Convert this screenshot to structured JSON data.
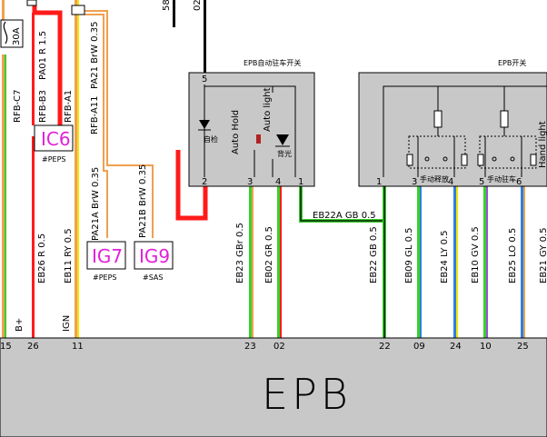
{
  "diagram": {
    "title": "EPB",
    "colors": {
      "red": "#ff1a1a",
      "orange": "#f0a050",
      "green": "#39d02c",
      "blue": "#2e7fe0",
      "yellow": "#f2e600",
      "connector": "#e020d8",
      "black": "#000000",
      "gray": "#c8c8c8"
    },
    "top": {
      "fuse_label": "30A",
      "wire_58": "58",
      "wire_02": "02"
    },
    "left_wires": {
      "rfb_c7": "RFB-C7",
      "rfb_b3": "RFB-B3",
      "pa01": "PA01 R 1.5",
      "rfb_a1": "RFB-A1",
      "rfb_a11": "RFB-A11",
      "pa21": "PA21 BrW 0.35",
      "pa21a": "PA21A BrW 0.35",
      "pa21b": "PA21B BrW 0.35",
      "eb26": "EB26 R 0.5",
      "eb11": "EB11 RY 0.5",
      "b_plus": "B+",
      "ign": "IGN"
    },
    "connectors": {
      "ic6": "IC6",
      "ic6_note": "#PEPS",
      "ig7": "IG7",
      "ig7_note": "#PEPS",
      "ig9": "IG9",
      "ig9_note": "#SAS"
    },
    "auto_hold": {
      "title": "EPB自动驻车开关",
      "auto_hold_label": "Auto Hold",
      "auto_light_label": "Auto light",
      "indicator_label": "自检",
      "light_label": "背光",
      "pins": [
        "5",
        "2",
        "3",
        "4",
        "1"
      ]
    },
    "epb_switch": {
      "title": "EPB开关",
      "hand_light": "Hand light",
      "release_label": "手动释放",
      "apply_label": "手动驻车",
      "pins": [
        "1",
        "3",
        "4",
        "5",
        "6"
      ]
    },
    "center_wires": {
      "eb23": "EB23 GBr 0.5",
      "eb02": "EB02 GR 0.5",
      "eb22a": "EB22A GB 0.5",
      "eb22": "EB22 GB 0.5",
      "eb09": "EB09 GL 0.5",
      "eb24": "EB24 LY 0.5",
      "eb10": "EB10 GV 0.5",
      "eb25": "EB25 LO 0.5",
      "eb_partial": "EB21 GY 0.5"
    },
    "bottom_pins": [
      "15",
      "26",
      "11",
      "23",
      "02",
      "22",
      "09",
      "24",
      "10",
      "25"
    ]
  }
}
